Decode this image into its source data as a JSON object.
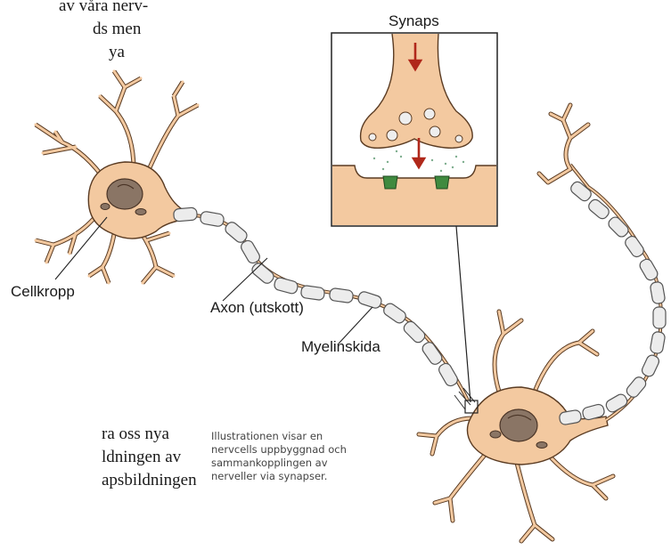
{
  "page_text": {
    "top_right_lines": [
      "av våra nerv-",
      "ds men",
      "ya"
    ],
    "bottom_left_lines": [
      "ra oss nya",
      "ldningen av",
      "apsbildningen"
    ]
  },
  "diagram": {
    "inset_title": "Synaps",
    "labels": {
      "cell_body": "Cellkropp",
      "axon": "Axon (utskott)",
      "myelin": "Myelinskida"
    },
    "caption_lines": [
      "Illustrationen visar en",
      "nervcells uppbyggnad och",
      "sammankopplingen av",
      "nerveller via synapser."
    ],
    "colors": {
      "cell_fill": "#f3c9a0",
      "nucleus": "#8a7565",
      "myelin": "#ececec",
      "arrow": "#b0281a",
      "receptor": "#3f8a3f"
    }
  }
}
